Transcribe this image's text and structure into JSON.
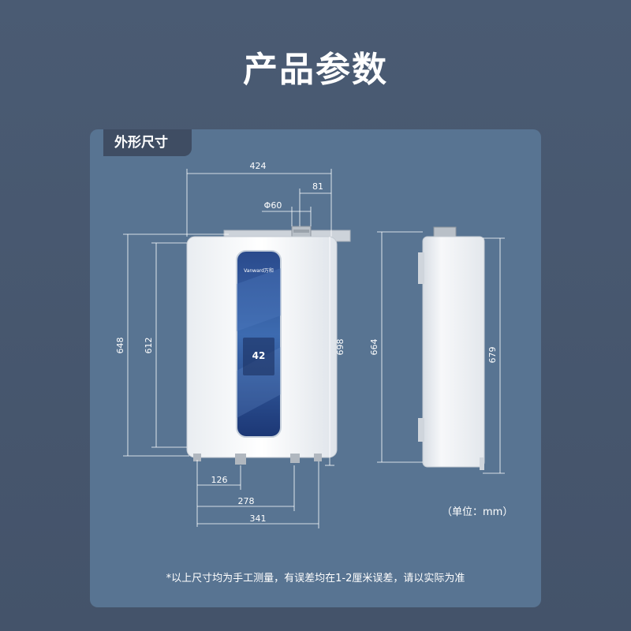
{
  "title": "产品参数",
  "section_label": "外形尺寸",
  "dimensions": {
    "top_width": "424",
    "right_offset": "81",
    "pipe_diameter": "Φ60",
    "left_outer_height": "648",
    "left_inner_height": "612",
    "front_right_height": "698",
    "side_left_height": "664",
    "side_right_height": "679",
    "bottom_short": "126",
    "bottom_mid": "278",
    "bottom_long": "341"
  },
  "unit_label": "（单位：mm）",
  "footnote": "*以上尺寸均为手工测量，有误差均在1-2厘米误差，请以实际为准",
  "display": {
    "brand": "Vanward万和",
    "temperature": "42"
  }
}
